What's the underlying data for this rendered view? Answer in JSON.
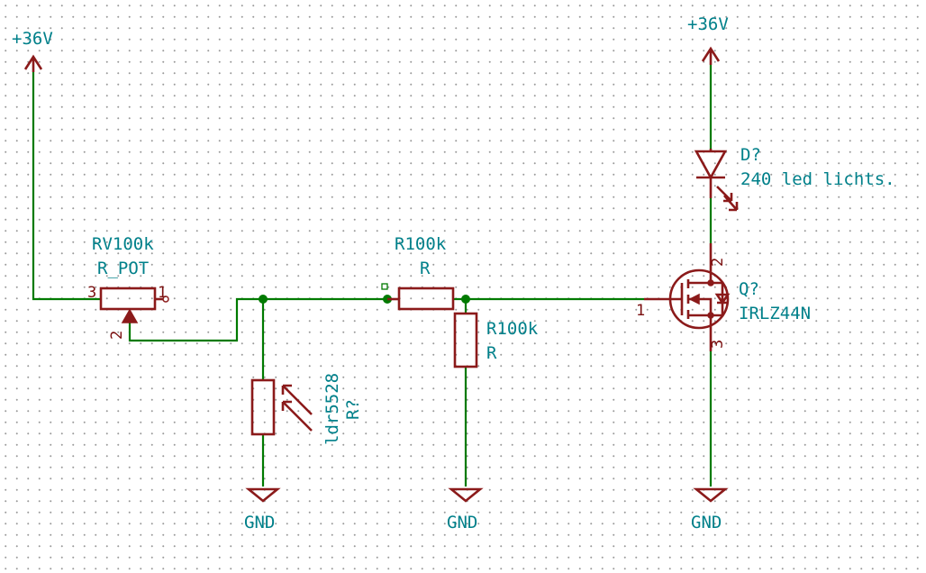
{
  "colors": {
    "wire": "#007a00",
    "component": "#8b1a1a",
    "label": "#00808a",
    "grid": "#9a9a9a"
  },
  "power": {
    "left_supply": "+36V",
    "right_supply": "+36V"
  },
  "ground": {
    "ldr": "GND",
    "divider": "GND",
    "mosfet": "GND"
  },
  "potentiometer": {
    "value": "RV100k",
    "type": "R_POT",
    "pin3": "3",
    "pin1": "1",
    "pin2": "2"
  },
  "series_resistor": {
    "value": "R100k",
    "type": "R"
  },
  "pulldown_resistor": {
    "value": "R100k",
    "type": "R"
  },
  "ldr": {
    "value": "ldr5528",
    "ref": "R?"
  },
  "led": {
    "ref": "D?",
    "value": "240 led lichts."
  },
  "mosfet": {
    "ref": "Q?",
    "value": "IRLZ44N",
    "gate_pin": "1",
    "drain_pin": "2",
    "source_pin": "3"
  }
}
